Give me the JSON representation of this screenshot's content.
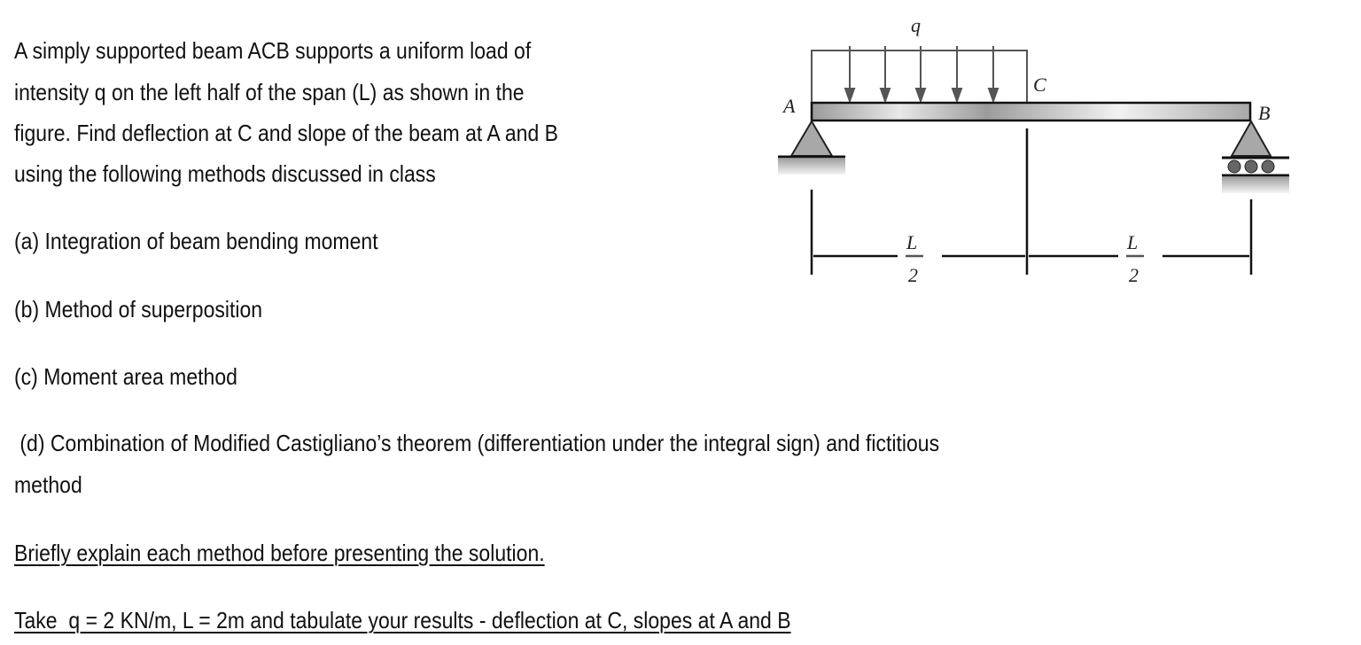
{
  "problem": {
    "intro_lines": [
      "A simply supported beam ACB supports a uniform load of",
      "intensity q on the left half of the span (L) as shown in the",
      "figure. Find deflection at C and slope of the beam at A and B",
      "using the following methods discussed in class"
    ],
    "methods": [
      "(a) Integration of beam bending moment",
      "(b) Method of superposition",
      "(c) Moment area method",
      " (d) Combination of Modified Castigliano’s theorem (differentiation under the integral sign) and fictitious",
      "method"
    ],
    "instruction": "Briefly explain each method before presenting the solution.",
    "given": "Take  q = 2 KN/m, L = 2m and tabulate your results - deflection at C, slopes at A and B"
  },
  "figure": {
    "load_label": "q",
    "point_a": "A",
    "point_b": "B",
    "point_c": "C",
    "dim_left_num": "L",
    "dim_left_den": "2",
    "dim_right_num": "L",
    "dim_right_den": "2"
  }
}
